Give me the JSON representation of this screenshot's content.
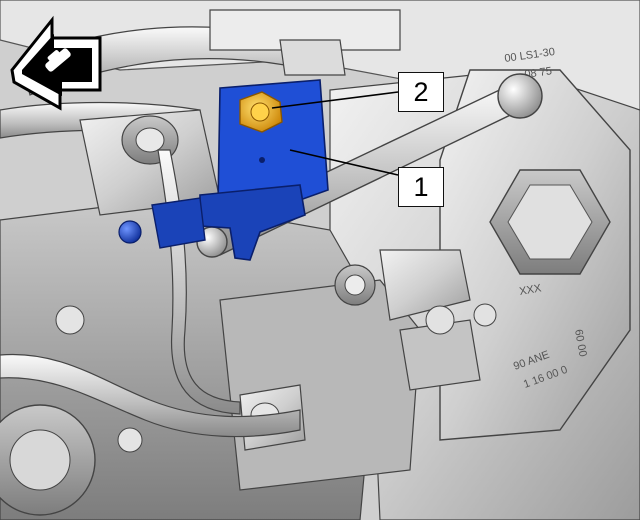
{
  "callouts": [
    {
      "label": "2"
    },
    {
      "label": "1"
    }
  ],
  "casting_text": {
    "top_line_1": "00 LS1-30",
    "top_line_2": "08 75",
    "side_line_1": "XXX",
    "side_line_2": "60 00",
    "side_line_3": "90 ANE",
    "side_line_4": "1 16 00 0"
  },
  "colors": {
    "bracket_blue": "#1f4fd6",
    "bolt_orange": "#f0a500",
    "engine_gray": "#d4d4d4",
    "outline": "#3a3a3a"
  },
  "icons": {
    "front_arrow": "front-of-vehicle-arrow-icon"
  }
}
